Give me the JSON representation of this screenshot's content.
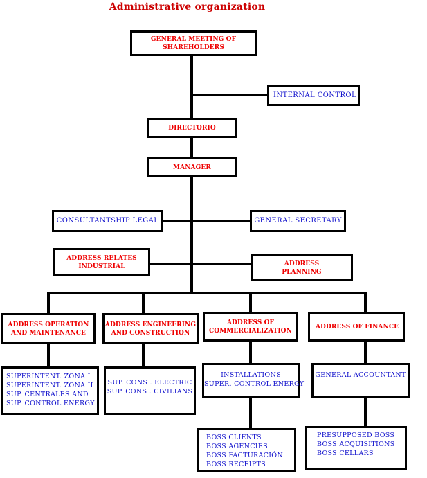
{
  "chart_data": {
    "type": "diagram",
    "title": "Administrative organization",
    "colors": {
      "title": "#cc0000",
      "red_text": "#ee0000",
      "blue_text": "#1111cc",
      "border": "#000000",
      "background": "#ffffff"
    },
    "nodes": [
      {
        "id": "general-meeting",
        "lines": [
          "GENERAL MEETING OF",
          "SHAREHOLDERS"
        ],
        "color": "red",
        "level": 0
      },
      {
        "id": "internal-control",
        "lines": [
          "INTERNAL CONTROL"
        ],
        "color": "blue",
        "level": 1
      },
      {
        "id": "directorio",
        "lines": [
          "DIRECTORIO"
        ],
        "color": "red",
        "level": 2
      },
      {
        "id": "manager",
        "lines": [
          "MANAGER"
        ],
        "color": "red",
        "level": 3
      },
      {
        "id": "consultantship-legal",
        "lines": [
          "CONSULTANTSHIP LEGAL"
        ],
        "color": "blue",
        "level": 4
      },
      {
        "id": "general-secretary",
        "lines": [
          "GENERAL SECRETARY"
        ],
        "color": "blue",
        "level": 4
      },
      {
        "id": "address-relates-industrial",
        "lines": [
          "ADDRESS  RELATES",
          "INDUSTRIAL"
        ],
        "color": "red",
        "level": 5
      },
      {
        "id": "address-planning",
        "lines": [
          "ADDRESS",
          "PLANNING"
        ],
        "color": "red",
        "level": 5
      },
      {
        "id": "address-operation-maintenance",
        "lines": [
          "ADDRESS OPERATION",
          "AND MAINTENANCE"
        ],
        "color": "red",
        "level": 6
      },
      {
        "id": "address-engineering-construction",
        "lines": [
          "ADDRESS ENGINEERING",
          "AND CONSTRUCTION"
        ],
        "color": "red",
        "level": 6
      },
      {
        "id": "address-commercialization",
        "lines": [
          "ADDRESS OF",
          "COMMERCIALIZATION"
        ],
        "color": "red",
        "level": 6
      },
      {
        "id": "address-finance",
        "lines": [
          "ADDRESS OF FINANCE"
        ],
        "color": "red",
        "level": 6
      },
      {
        "id": "operation-units",
        "lines": [
          "SUPERINTENT. ZONA I",
          "SUPERINTENT. ZONA II",
          "SUP. CENTRALES AND",
          "SUP. CONTROL ENERGY"
        ],
        "color": "blue",
        "level": 7
      },
      {
        "id": "engineering-units",
        "lines": [
          "SUP. CONS . ELECTRIC",
          "SUP. CONS . CIVILIANS"
        ],
        "color": "blue",
        "level": 7
      },
      {
        "id": "commercialization-units",
        "lines": [
          "INSTALLATIONS",
          "SUPER. CONTROL ENERGY"
        ],
        "color": "blue",
        "level": 7
      },
      {
        "id": "general-accountant",
        "lines": [
          "GENERAL ACCOUNTANT"
        ],
        "color": "blue",
        "level": 7
      },
      {
        "id": "commercialization-bosses",
        "lines": [
          "BOSS CLIENTS",
          "BOSS AGENCIES",
          "BOSS FACTURACIÓN",
          "BOSS RECEIPTS"
        ],
        "color": "blue",
        "level": 8
      },
      {
        "id": "finance-bosses",
        "lines": [
          "PRESUPPOSED BOSS",
          "BOSS ACQUISITIONS",
          "BOSS CELLARS"
        ],
        "color": "blue",
        "level": 8
      }
    ]
  },
  "title": "Administrative organization",
  "boxes": {
    "general_meeting": {
      "line1": "GENERAL MEETING OF",
      "line2": "SHAREHOLDERS"
    },
    "internal_control": {
      "line1": "INTERNAL CONTROL"
    },
    "directorio": {
      "line1": "DIRECTORIO"
    },
    "manager": {
      "line1": "MANAGER"
    },
    "consultantship_legal": {
      "line1": "CONSULTANTSHIP LEGAL"
    },
    "general_secretary": {
      "line1": "GENERAL SECRETARY"
    },
    "address_relates_industrial": {
      "line1": "ADDRESS  RELATES",
      "line2": "INDUSTRIAL"
    },
    "address_planning": {
      "line1": "ADDRESS",
      "line2": "PLANNING"
    },
    "address_operation": {
      "line1": "ADDRESS OPERATION",
      "line2": "AND MAINTENANCE"
    },
    "address_engineering": {
      "line1": "ADDRESS ENGINEERING",
      "line2": "AND CONSTRUCTION"
    },
    "address_commercialization": {
      "line1": "ADDRESS OF",
      "line2": "COMMERCIALIZATION"
    },
    "address_finance": {
      "line1": "ADDRESS OF FINANCE"
    },
    "operation_units": {
      "line1": "SUPERINTENT. ZONA I",
      "line2": "SUPERINTENT. ZONA II",
      "line3": "SUP. CENTRALES AND",
      "line4": "SUP. CONTROL ENERGY"
    },
    "engineering_units": {
      "line1": "SUP. CONS . ELECTRIC",
      "line2": "SUP. CONS . CIVILIANS"
    },
    "commercialization_units": {
      "line1": "INSTALLATIONS",
      "line2": "SUPER. CONTROL ENERGY"
    },
    "general_accountant": {
      "line1": "GENERAL ACCOUNTANT"
    },
    "commercialization_bosses": {
      "line1": "BOSS CLIENTS",
      "line2": "BOSS AGENCIES",
      "line3": "BOSS FACTURACIÓN",
      "line4": "BOSS RECEIPTS"
    },
    "finance_bosses": {
      "line1": "PRESUPPOSED BOSS",
      "line2": "BOSS ACQUISITIONS",
      "line3": "BOSS CELLARS"
    }
  }
}
